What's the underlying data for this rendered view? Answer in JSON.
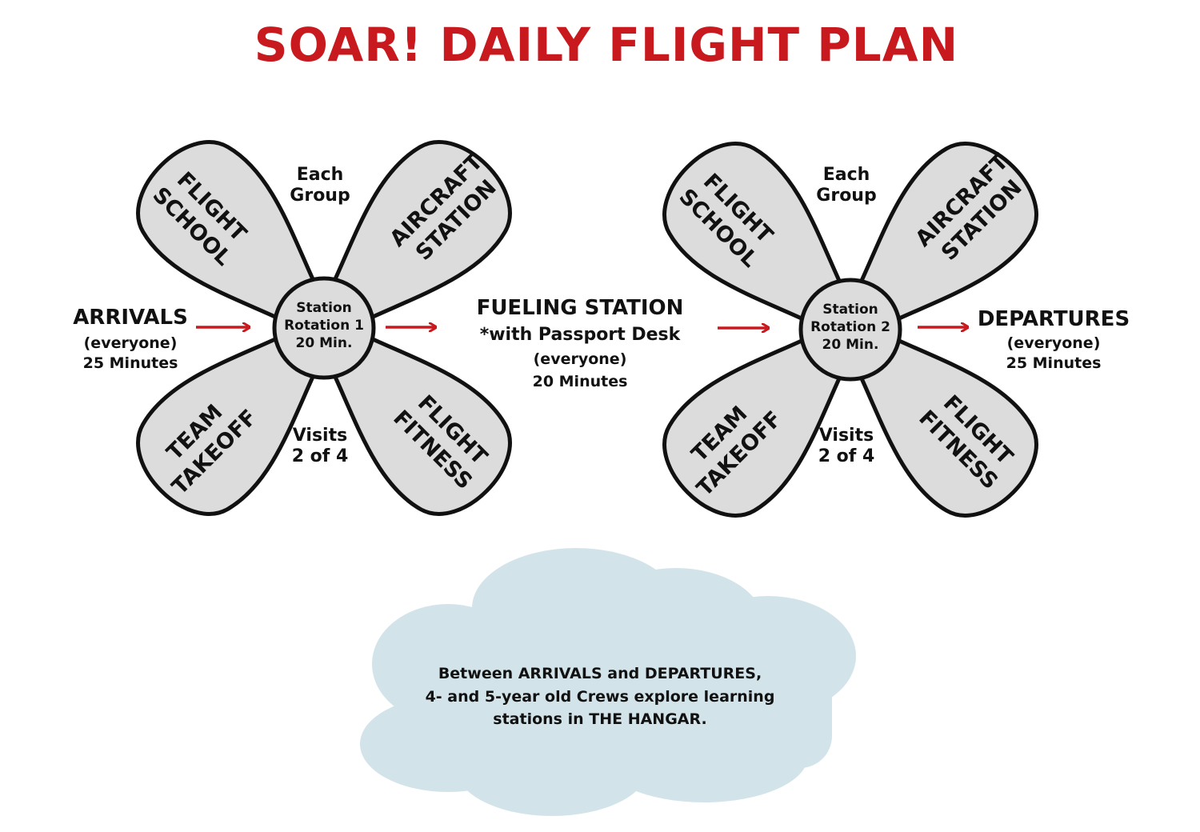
{
  "title": "SOAR! DAILY FLIGHT PLAN",
  "colors": {
    "accent": "#c8191e",
    "petal_fill": "#dcdcdc",
    "cloud": "#d2e4ea"
  },
  "arrivals": {
    "label": "ARRIVALS",
    "note": "(everyone)",
    "duration": "25 Minutes"
  },
  "rotation1": {
    "hub": {
      "line1": "Station",
      "line2": "Rotation 1",
      "line3": "20 Min."
    },
    "petals": {
      "top_left": {
        "line1": "FLIGHT",
        "line2": "SCHOOL"
      },
      "top_right": {
        "line1": "AIRCRAFT",
        "line2": "STATION"
      },
      "bottom_left": {
        "line1": "TEAM",
        "line2": "TAKEOFF"
      },
      "bottom_right": {
        "line1": "FLIGHT",
        "line2": "FITNESS"
      }
    },
    "top_note": {
      "line1": "Each",
      "line2": "Group"
    },
    "bottom_note": {
      "line1": "Visits",
      "line2": "2 of 4"
    }
  },
  "fueling": {
    "label": "FUELING STATION",
    "sub": "*with Passport Desk",
    "note": "(everyone)",
    "duration": "20 Minutes"
  },
  "rotation2": {
    "hub": {
      "line1": "Station",
      "line2": "Rotation 2",
      "line3": "20 Min."
    },
    "petals": {
      "top_left": {
        "line1": "FLIGHT",
        "line2": "SCHOOL"
      },
      "top_right": {
        "line1": "AIRCRAFT",
        "line2": "STATION"
      },
      "bottom_left": {
        "line1": "TEAM",
        "line2": "TAKEOFF"
      },
      "bottom_right": {
        "line1": "FLIGHT",
        "line2": "FITNESS"
      }
    },
    "top_note": {
      "line1": "Each",
      "line2": "Group"
    },
    "bottom_note": {
      "line1": "Visits",
      "line2": "2 of 4"
    }
  },
  "departures": {
    "label": "DEPARTURES",
    "note": "(everyone)",
    "duration": "25 Minutes"
  },
  "cloud": {
    "line1": "Between ARRIVALS and DEPARTURES,",
    "line2": "4- and 5-year old Crews explore learning",
    "line3": "stations in THE HANGAR."
  }
}
